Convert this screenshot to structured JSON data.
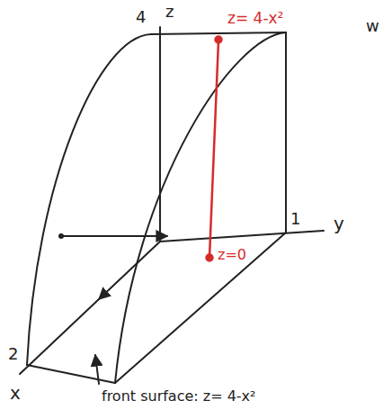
{
  "diagram": {
    "labels": [
      "4",
      "z",
      "w",
      "z= 4-x²",
      "z=0",
      "1",
      "y",
      "2",
      "x",
      "front surface: z= 4-x²"
    ]
  }
}
